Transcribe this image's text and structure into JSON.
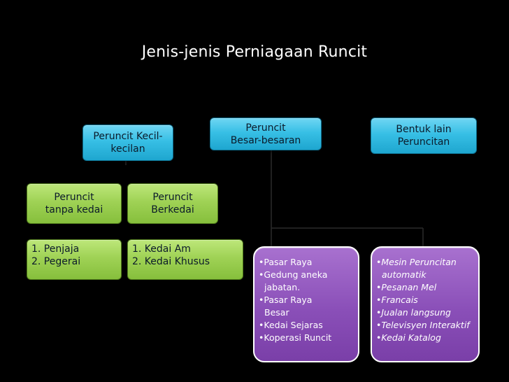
{
  "title": "Jenis-jenis Perniagaan Runcit",
  "boxes": {
    "kecil": {
      "line1": "Peruncit Kecil-",
      "line2": "kecilan"
    },
    "besar": {
      "line1": "Peruncit",
      "line2": "Besar-besaran"
    },
    "bentuk": {
      "line1": "Bentuk lain",
      "line2": "Peruncitan"
    },
    "tanpa_kedai": {
      "line1": "Peruncit",
      "line2": "tanpa kedai"
    },
    "berkedai": {
      "line1": "Peruncit",
      "line2": "Berkedai"
    },
    "list_tanpa_kedai": [
      "1.  Penjaja",
      "2.  Pegerai"
    ],
    "list_berkedai": [
      "1.  Kedai Am",
      "2.  Kedai Khusus"
    ],
    "list_besar": [
      "•Pasar Raya",
      "•Gedung aneka",
      "jabatan.",
      "•Pasar Raya",
      "Besar",
      "•Kedai Sejaras",
      "•Koperasi Runcit"
    ],
    "list_bentuk": [
      "•Mesin Peruncitan",
      "automatik",
      "•Pesanan Mel",
      "•Francais",
      "•Jualan langsung",
      "•Televisyen Interaktif",
      "•Kedai Katalog"
    ]
  },
  "colors": {
    "background": "#000000",
    "cyan": "#37bfe5",
    "green": "#9fd255",
    "purple": "#8a4fb8",
    "connector": "#1a1a1a"
  }
}
